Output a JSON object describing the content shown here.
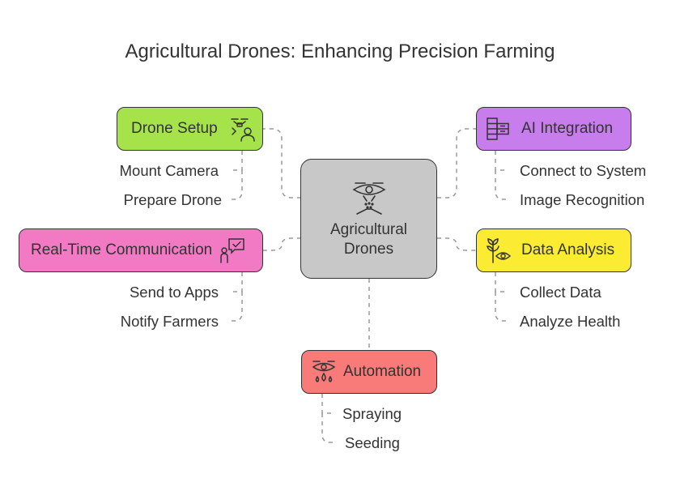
{
  "title": "Agricultural Drones: Enhancing Precision Farming",
  "center": {
    "line1": "Agricultural",
    "line2": "Drones",
    "icon": "drone-eye-icon",
    "color": "#c8c8c8"
  },
  "branches": {
    "drone_setup": {
      "label": "Drone Setup",
      "icon": "drone-user-icon",
      "color": "#a6e34b",
      "items": [
        "Mount Camera",
        "Prepare Drone"
      ]
    },
    "ai_integration": {
      "label": "AI Integration",
      "icon": "server-rack-icon",
      "color": "#c77dec",
      "items": [
        "Connect to System",
        "Image Recognition"
      ]
    },
    "real_time_communication": {
      "label": "Real-Time Communication",
      "icon": "person-chat-check-icon",
      "color": "#f27ac4",
      "items": [
        "Send to Apps",
        "Notify Farmers"
      ]
    },
    "data_analysis": {
      "label": "Data Analysis",
      "icon": "plant-eye-icon",
      "color": "#fbec33",
      "items": [
        "Collect Data",
        "Analyze Health"
      ]
    },
    "automation": {
      "label": "Automation",
      "icon": "eye-droplets-icon",
      "color": "#f87a79",
      "items": [
        "Spraying",
        "Seeding"
      ]
    }
  }
}
